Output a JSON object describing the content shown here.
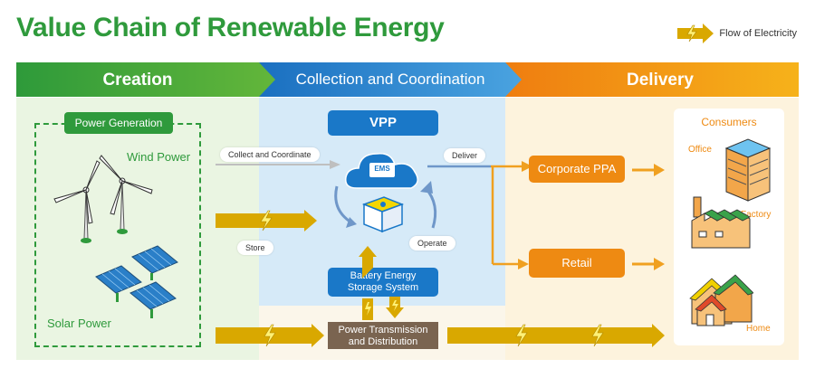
{
  "title": "Value Chain of Renewable Energy",
  "legend": {
    "label": "Flow of Electricity"
  },
  "stages": {
    "creation": "Creation",
    "collection": "Collection and Coordination",
    "delivery": "Delivery"
  },
  "creation": {
    "box_title": "Power Generation",
    "wind": "Wind Power",
    "solar": "Solar Power"
  },
  "collection": {
    "vpp": "VPP",
    "ems": "EMS",
    "collect_label": "Collect and Coordinate",
    "deliver_label": "Deliver",
    "store_label": "Store",
    "operate_label": "Operate",
    "battery_line1": "Battery Energy",
    "battery_line2": "Storage System",
    "transmission_line1": "Power Transmission",
    "transmission_line2": "and Distribution"
  },
  "delivery": {
    "corporate_ppa": "Corporate PPA",
    "retail": "Retail"
  },
  "consumers": {
    "title": "Consumers",
    "office": "Office",
    "factory": "Factory",
    "home": "Home"
  },
  "colors": {
    "green": "#2f9a3c",
    "blue": "#1a78c8",
    "orange": "#ee8a12",
    "gold": "#d9a800",
    "brown": "#7a6450"
  }
}
